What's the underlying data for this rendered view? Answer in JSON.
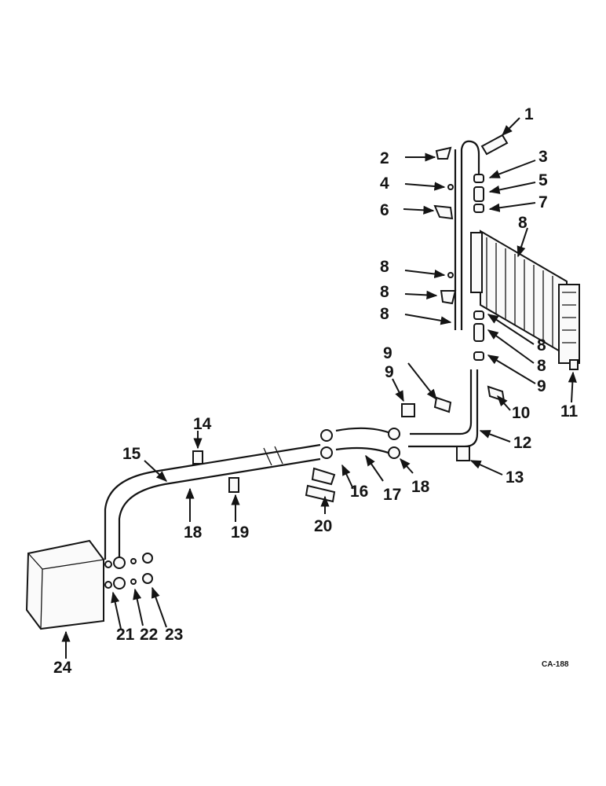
{
  "callouts": [
    "1",
    "2",
    "3",
    "4",
    "5",
    "6",
    "7",
    "8",
    "8",
    "8",
    "8",
    "8",
    "8",
    "9",
    "9",
    "9",
    "10",
    "11",
    "12",
    "13",
    "14",
    "15",
    "16",
    "17",
    "18",
    "18",
    "19",
    "20",
    "21",
    "22",
    "23",
    "24"
  ],
  "drawing_code": "CA-188",
  "colors": {
    "ink": "#141414",
    "paper": "#ffffff"
  }
}
